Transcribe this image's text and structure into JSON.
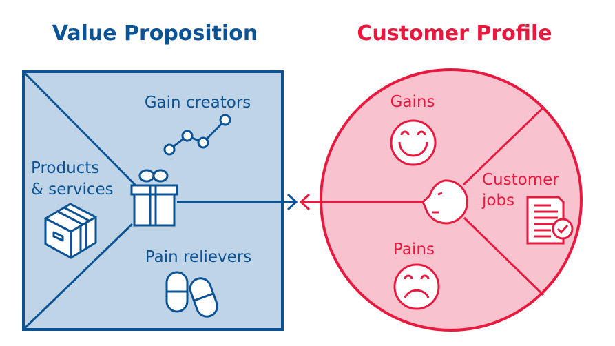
{
  "value_proposition": {
    "title": "Value Proposition",
    "gain_creators": "Gain creators",
    "products_line1": "Products",
    "products_line2": "& services",
    "pain_relievers": "Pain relievers",
    "icons": [
      "line-chart-icon",
      "gift-icon",
      "box-icon",
      "pills-icon"
    ]
  },
  "customer_profile": {
    "title": "Customer Profile",
    "gains": "Gains",
    "pains": "Pains",
    "jobs_line1": "Customer",
    "jobs_line2": "jobs",
    "icons": [
      "smile-icon",
      "frown-icon",
      "head-icon",
      "document-check-icon"
    ]
  },
  "colors": {
    "blue": "#0b5394",
    "blue_fill": "#bfd4e6",
    "red": "#e8193f",
    "red_fill": "#f8c3cf"
  }
}
